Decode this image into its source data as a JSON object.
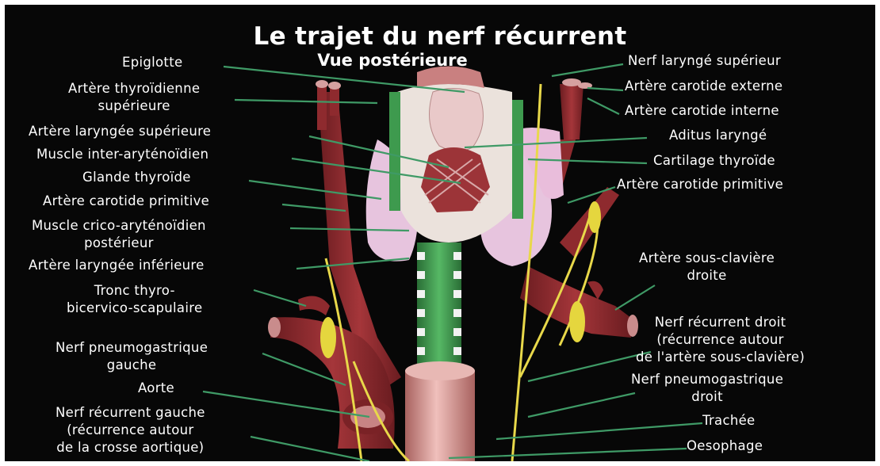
{
  "title": "Le trajet du nerf récurrent",
  "subtitle": "Vue postérieure",
  "labels_left": [
    "Epiglotte",
    "Artère thyroïdienne\nsupérieure",
    "Artère laryngée supérieure",
    "Muscle inter-aryténoïdien",
    "Glande thyroïde",
    "Artère carotide primitive",
    "Muscle crico-aryténoïdien\npostérieur",
    "Artère laryngée inférieure",
    "Tronc thyro-\nbicervico-scapulaire",
    "Nerf pneumogastrique\ngauche",
    "Aorte",
    "Nerf récurrent gauche\n(récurrence autour\nde la crosse aortique)"
  ],
  "labels_right": [
    "Nerf laryngé supérieur",
    "Artère carotide externe",
    "Artère carotide interne",
    "Aditus laryngé",
    "Cartilage thyroïde",
    "Artère carotide primitive",
    "Artère sous-clavière\ndroite",
    "Nerf récurrent droit\n(récurrence autour\nde l'artère sous-clavière)",
    "Nerf pneumogastrique\ndroit",
    "Trachée",
    "Oesophage"
  ],
  "colors": {
    "background": "#070707",
    "artery": "#8e2a2e",
    "trachea": "#3e9a4e",
    "nerve": "#e8d84a",
    "thyroid": "#e9c7df",
    "cartilage": "#e9ddd6",
    "esophagus": "#d79a98",
    "leader": "#3f9a66"
  }
}
